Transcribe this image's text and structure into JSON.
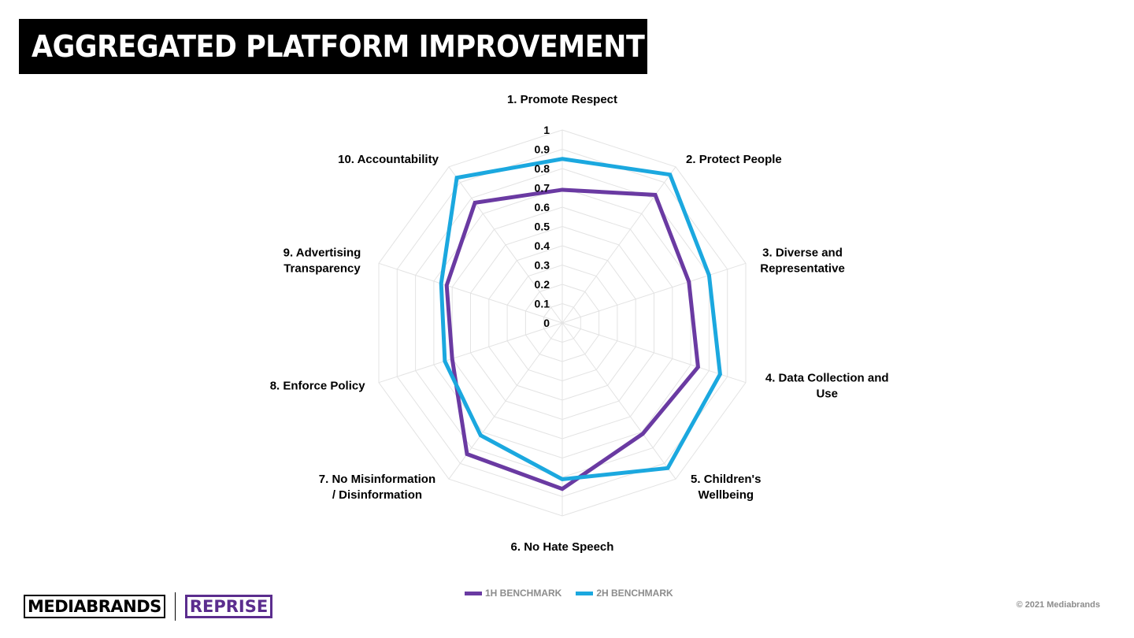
{
  "header": {
    "title": "AGGREGATED PLATFORM IMPROVEMENT"
  },
  "chart_data": {
    "type": "radar",
    "categories": [
      "1. Promote Respect",
      "2. Protect People",
      "3. Diverse and Representative",
      "4. Data Collection and Use",
      "5. Children's Wellbeing",
      "6. No Hate Speech",
      "7. No Misinformation / Disinformation",
      "8. Enforce Policy",
      "9. Advertising Transparency",
      "10. Accountability"
    ],
    "category_lines": [
      [
        "1. Promote Respect"
      ],
      [
        "2. Protect People"
      ],
      [
        "3. Diverse and",
        "Representative"
      ],
      [
        "4. Data Collection and",
        "Use"
      ],
      [
        "5. Children's",
        "Wellbeing"
      ],
      [
        "6. No Hate Speech"
      ],
      [
        "7. No Misinformation",
        "/ Disinformation"
      ],
      [
        "8. Enforce Policy"
      ],
      [
        "9. Advertising",
        "Transparency"
      ],
      [
        "10. Accountability"
      ]
    ],
    "series": [
      {
        "name": "1H BENCHMARK",
        "color": "#6a3aa2",
        "values": [
          0.69,
          0.82,
          0.69,
          0.74,
          0.71,
          0.86,
          0.84,
          0.6,
          0.63,
          0.77
        ]
      },
      {
        "name": "2H BENCHMARK",
        "color": "#1ba8df",
        "values": [
          0.85,
          0.95,
          0.8,
          0.86,
          0.93,
          0.81,
          0.72,
          0.64,
          0.66,
          0.93
        ]
      }
    ],
    "radial_ticks": [
      "0",
      "0.1",
      "0.2",
      "0.3",
      "0.4",
      "0.5",
      "0.6",
      "0.7",
      "0.8",
      "0.9",
      "1"
    ],
    "rlim": [
      0,
      1
    ],
    "grid": true,
    "legend_position": "bottom"
  },
  "legend": {
    "items": [
      "1H BENCHMARK",
      "2H BENCHMARK"
    ]
  },
  "footer": {
    "logo_main": "MEDIABRANDS",
    "logo_sub": "REPRISE",
    "copyright": "© 2021 Mediabrands"
  }
}
